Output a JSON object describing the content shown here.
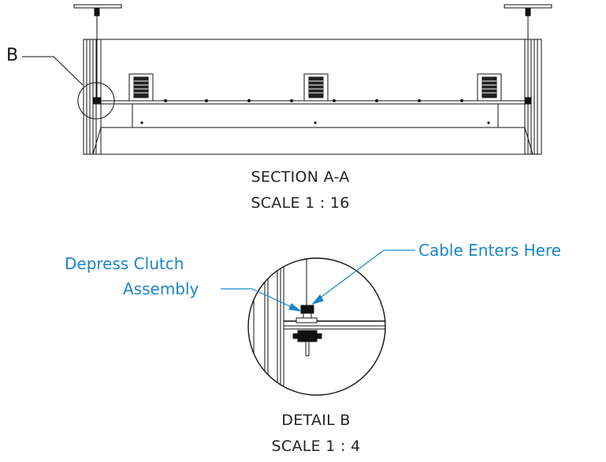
{
  "section": {
    "title": "SECTION A-A",
    "scale": "SCALE 1 : 16"
  },
  "detail": {
    "title": "DETAIL B",
    "scale": "SCALE 1 : 4",
    "marker": "B"
  },
  "callouts": {
    "clutch_line1": "Depress Clutch",
    "clutch_line2": "Assembly",
    "cable": "Cable Enters Here"
  },
  "colors": {
    "line": "#111111",
    "callout": "#1a86c8"
  }
}
